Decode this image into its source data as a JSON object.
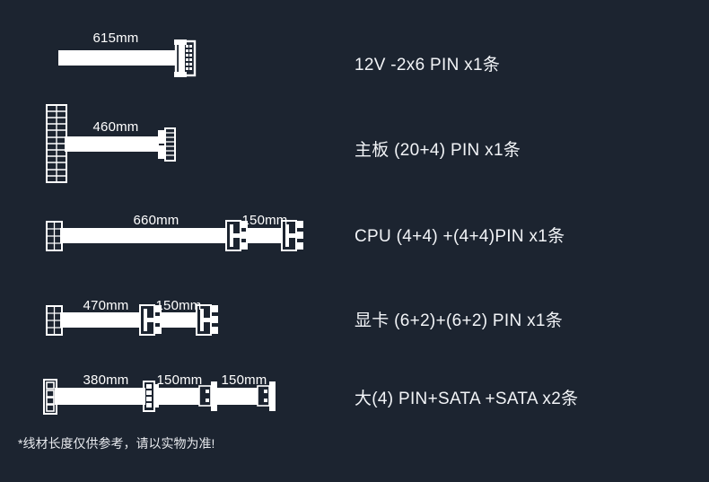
{
  "theme": {
    "background": "#1c2430",
    "cable_color": "#ffffff",
    "text_color": "#ffffff",
    "desc_text_color": "#f2f4f7",
    "footnote_color": "#e8eaee"
  },
  "rows": [
    {
      "id": "row-12vhpwr",
      "description": "12V -2x6 PIN x1条",
      "segments": [
        {
          "label": "615mm"
        }
      ]
    },
    {
      "id": "row-motherboard",
      "description": "主板 (20+4) PIN x1条",
      "segments": [
        {
          "label": "460mm"
        }
      ]
    },
    {
      "id": "row-cpu",
      "description": "CPU (4+4) +(4+4)PIN x1条",
      "segments": [
        {
          "label": "660mm"
        },
        {
          "label": "150mm"
        }
      ]
    },
    {
      "id": "row-gpu",
      "description": "显卡 (6+2)+(6+2) PIN x1条",
      "segments": [
        {
          "label": "470mm"
        },
        {
          "label": "150mm"
        }
      ]
    },
    {
      "id": "row-sata",
      "description": "大(4) PIN+SATA +SATA x2条",
      "segments": [
        {
          "label": "380mm"
        },
        {
          "label": "150mm"
        },
        {
          "label": "150mm"
        }
      ]
    }
  ],
  "footnote": "*线材长度仅供参考，请以实物为准!"
}
